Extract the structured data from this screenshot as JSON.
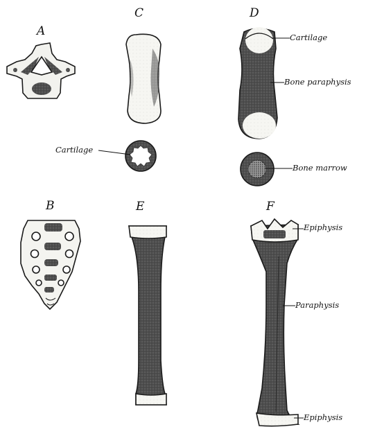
{
  "panels": {
    "a": "A",
    "b": "B",
    "c": "C",
    "d": "D",
    "e": "E",
    "f": "F"
  },
  "labels": {
    "c_cartilage": "Cartilage",
    "d_cartilage": "Cartilage",
    "d_bone_paraphysis": "Bone paraphysis",
    "d_bone_marrow": "Bone marrow",
    "f_epiphysis_top": "Epiphysis",
    "f_paraphysis": "Paraphysis",
    "f_epiphysis_bottom": "Epiphysis"
  },
  "colors": {
    "ink": "#1a1a1a",
    "bone_shade": "#5a5a5a",
    "cartilage": "#f4f4f0"
  }
}
